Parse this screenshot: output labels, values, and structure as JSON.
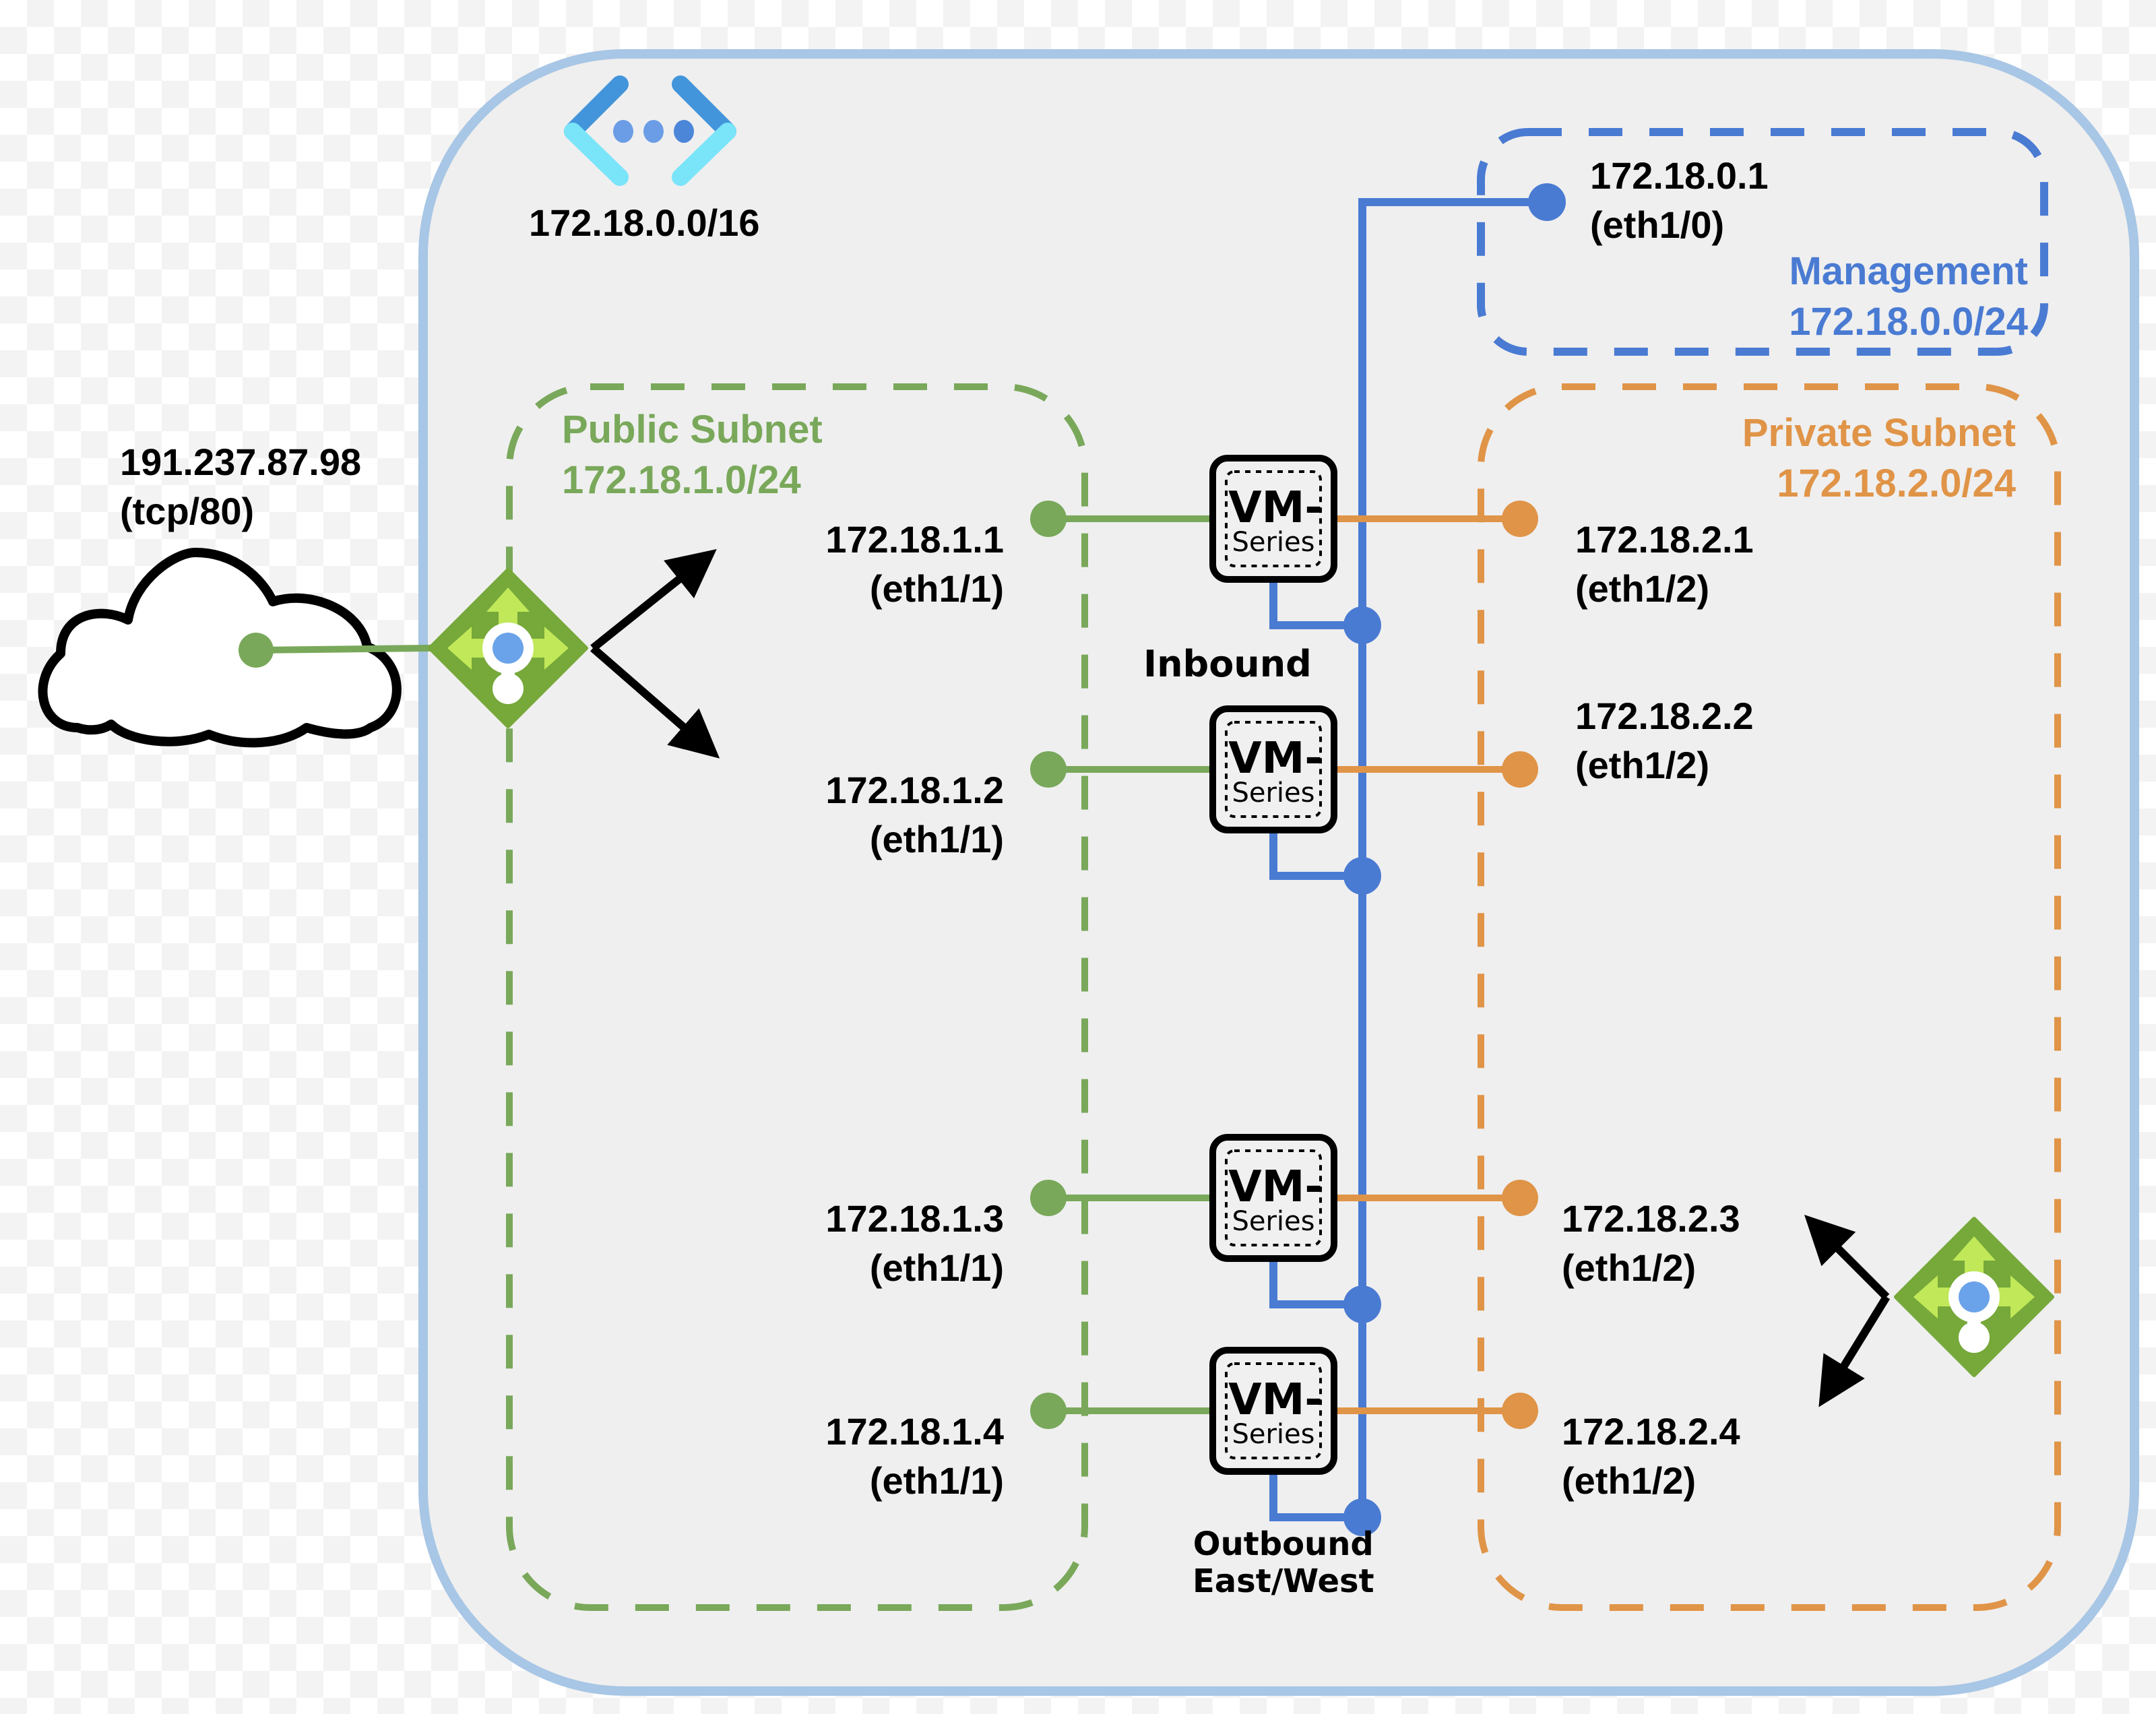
{
  "vnet": {
    "cidr": "172.18.0.0/16",
    "icon": "virtual-network-icon"
  },
  "internet": {
    "icon": "cloud-icon",
    "ip": "191.237.87.98",
    "port": "(tcp/80)"
  },
  "subnets": {
    "public": {
      "name": "Public Subnet",
      "cidr": "172.18.1.0/24",
      "color": "#79a85a"
    },
    "private": {
      "name": "Private Subnet",
      "cidr": "172.18.2.0/24",
      "color": "#e09447"
    },
    "management": {
      "name": "Management",
      "cidr": "172.18.0.0/24",
      "color": "#4a7bd3"
    }
  },
  "management_interface": {
    "ip": "172.18.0.1",
    "iface": "(eth1/0)"
  },
  "firewalls": [
    {
      "title": "VM-",
      "subtitle": "Series",
      "public_ip": "172.18.1.1",
      "public_iface": "(eth1/1)",
      "private_ip": "172.18.2.1",
      "private_iface": "(eth1/2)"
    },
    {
      "title": "VM-",
      "subtitle": "Series",
      "public_ip": "172.18.1.2",
      "public_iface": "(eth1/1)",
      "private_ip": "172.18.2.2",
      "private_iface": "(eth1/2)"
    },
    {
      "title": "VM-",
      "subtitle": "Series",
      "public_ip": "172.18.1.3",
      "public_iface": "(eth1/1)",
      "private_ip": "172.18.2.3",
      "private_iface": "(eth1/2)"
    },
    {
      "title": "VM-",
      "subtitle": "Series",
      "public_ip": "172.18.1.4",
      "public_iface": "(eth1/1)",
      "private_ip": "172.18.2.4",
      "private_iface": "(eth1/2)"
    }
  ],
  "flows": {
    "inbound": "Inbound",
    "outbound_line1": "Outbound",
    "outbound_line2": "East/West"
  },
  "load_balancers": [
    {
      "name": "public-load-balancer",
      "icon": "load-balancer-icon"
    },
    {
      "name": "internal-load-balancer",
      "icon": "load-balancer-icon"
    }
  ],
  "colors": {
    "vnet_border": "#a8c6e5",
    "vnet_fill": "#efefef",
    "public": "#79a85a",
    "private": "#e09447",
    "management": "#4a7bd3",
    "lb_green": "#76a83a",
    "lb_light": "#c0e858"
  }
}
